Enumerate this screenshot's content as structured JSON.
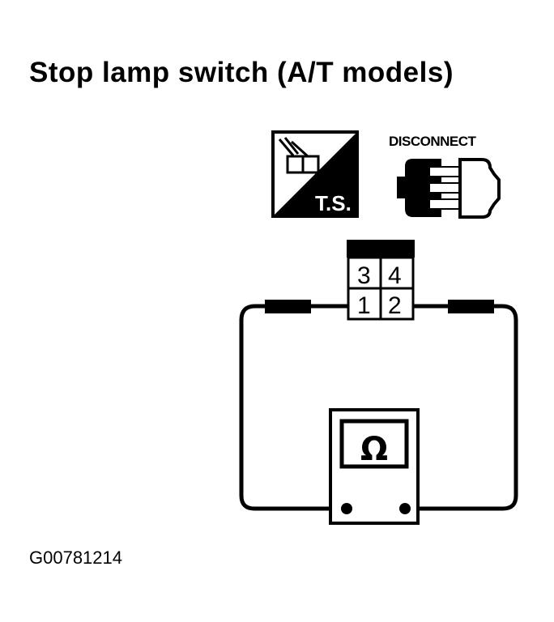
{
  "title": "Stop lamp switch (A/T models)",
  "figure_code": "G00781214",
  "icons": {
    "ts_icon": {
      "label": "T.S.",
      "semantic": "troubleshooting-icon"
    },
    "disconnect_icon": {
      "label": "DISCONNECT",
      "semantic": "disconnect-connector-icon"
    }
  },
  "connector": {
    "terminals_top": [
      "3",
      "4"
    ],
    "terminals_bottom": [
      "1",
      "2"
    ]
  },
  "meter": {
    "symbol": "Ω",
    "semantic": "ohmmeter"
  }
}
